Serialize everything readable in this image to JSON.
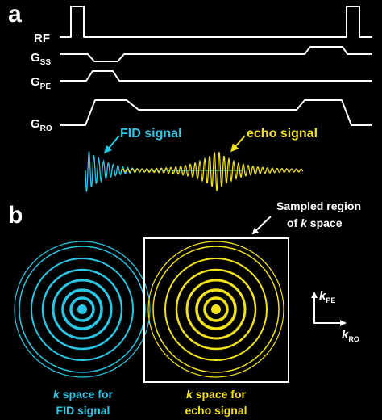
{
  "panel_a": {
    "letter": "a",
    "traces": [
      {
        "label": "RF",
        "sub": ""
      },
      {
        "label": "G",
        "sub": "SS"
      },
      {
        "label": "G",
        "sub": "PE"
      },
      {
        "label": "G",
        "sub": "RO"
      }
    ],
    "fid_label": "FID signal",
    "echo_label": "echo signal"
  },
  "panel_b": {
    "letter": "b",
    "sampled_label_line1": "Sampled region",
    "sampled_label_line2_prefix": "of ",
    "sampled_label_line2_k": "k",
    "sampled_label_line2_suffix": " space",
    "fid_caption_line1_k": "k",
    "fid_caption_line1_rest": " space for",
    "fid_caption_line2": "FID signal",
    "echo_caption_line1_k": "k",
    "echo_caption_line1_rest": " space for",
    "echo_caption_line2": "echo signal",
    "axis_pe_k": "k",
    "axis_pe_sub": "PE",
    "axis_ro_k": "k",
    "axis_ro_sub": "RO"
  },
  "colors": {
    "background": "#000000",
    "line": "#ffffff",
    "fid": "#29c6e6",
    "echo": "#f2e21a"
  }
}
